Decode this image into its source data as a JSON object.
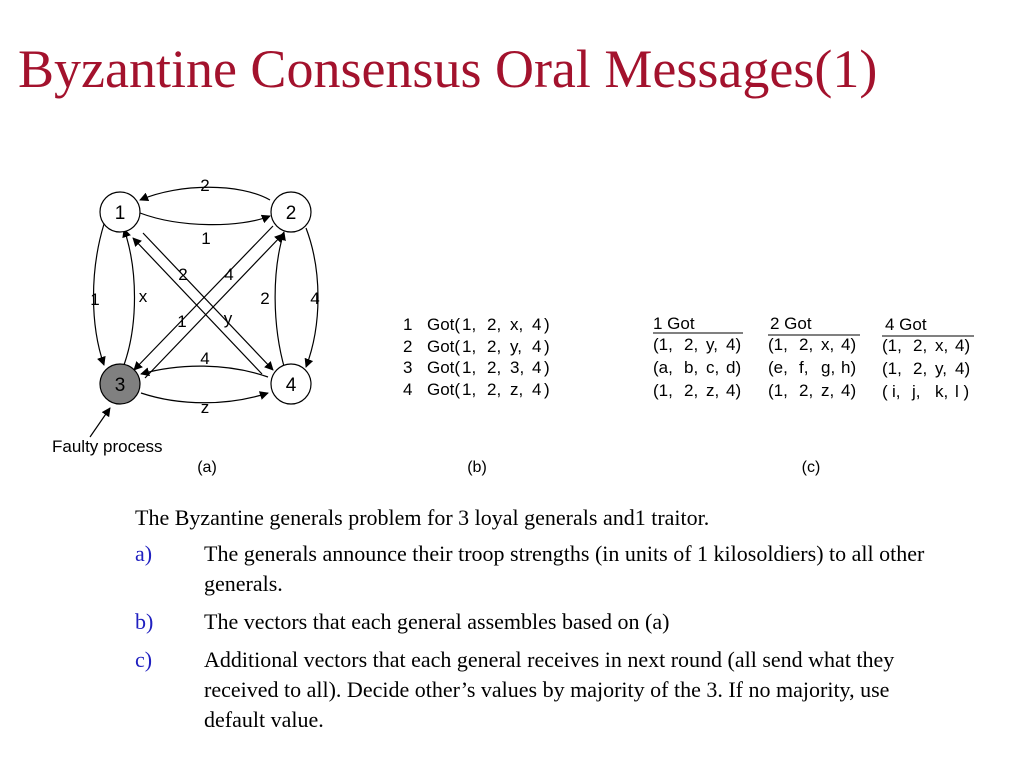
{
  "title": "Byzantine Consensus Oral Messages(1)",
  "colors": {
    "title": "#a3122d",
    "marker": "#2020c0",
    "faulty_node_fill": "#808080"
  },
  "diagram_a": {
    "nodes": [
      {
        "id": "1",
        "label": "1"
      },
      {
        "id": "2",
        "label": "2"
      },
      {
        "id": "3",
        "label": "3",
        "faulty": true
      },
      {
        "id": "4",
        "label": "4"
      }
    ],
    "edge_labels": {
      "top": "2",
      "cross_upper_mid": "1",
      "cross_left_a": "2",
      "cross_left_b": "1",
      "cross_right_a": "4",
      "cross_right_b": "2",
      "left_outer": "1",
      "left_inner": "x",
      "right_outer": "4",
      "right_inner": "y",
      "bottom_upper": "4",
      "bottom_lower": "z"
    },
    "faulty_label": "Faulty process",
    "caption": "(a)"
  },
  "table_b": {
    "rows": [
      {
        "n": "1",
        "got": "Got(",
        "v": [
          "1,",
          "2,",
          "x,",
          "4"
        ],
        "close": ")"
      },
      {
        "n": "2",
        "got": "Got(",
        "v": [
          "1,",
          "2,",
          "y,",
          "4"
        ],
        "close": ")"
      },
      {
        "n": "3",
        "got": "Got(",
        "v": [
          "1,",
          "2,",
          "3,",
          "4"
        ],
        "close": ")"
      },
      {
        "n": "4",
        "got": "Got(",
        "v": [
          "1,",
          "2,",
          "z,",
          "4"
        ],
        "close": ")"
      }
    ],
    "caption": "(b)"
  },
  "table_c": {
    "columns": [
      {
        "header": "1 Got",
        "rows": [
          [
            "(1,",
            "2,",
            "y,",
            "4)"
          ],
          [
            "(a,",
            "b,",
            "c,",
            "d)"
          ],
          [
            "(1,",
            "2,",
            "z,",
            "4)"
          ]
        ]
      },
      {
        "header": "2 Got",
        "rows": [
          [
            "(1,",
            "2,",
            "x,",
            "4)"
          ],
          [
            "(e,",
            "f,",
            "g,",
            "h)"
          ],
          [
            "(1,",
            "2,",
            "z,",
            "4)"
          ]
        ]
      },
      {
        "header": "4 Got",
        "rows": [
          [
            "(1,",
            "2,",
            "x,",
            "4)"
          ],
          [
            "(1,",
            "2,",
            "y,",
            "4)"
          ],
          [
            "(",
            "i,",
            "j,",
            "k,",
            "l )"
          ]
        ]
      }
    ],
    "caption": "(c)"
  },
  "caption_text": {
    "intro": "The Byzantine generals problem for 3 loyal generals and1 traitor.",
    "items": [
      {
        "marker": "a)",
        "text": "The generals announce their troop strengths (in units of 1 kilosoldiers) to all other generals."
      },
      {
        "marker": "b)",
        "text": "The vectors that each general assembles based on (a)"
      },
      {
        "marker": "c)",
        "text": "Additional vectors that each general receives in next round (all send what they received to all).  Decide other’s values by majority of the 3. If no majority, use default value."
      }
    ]
  }
}
